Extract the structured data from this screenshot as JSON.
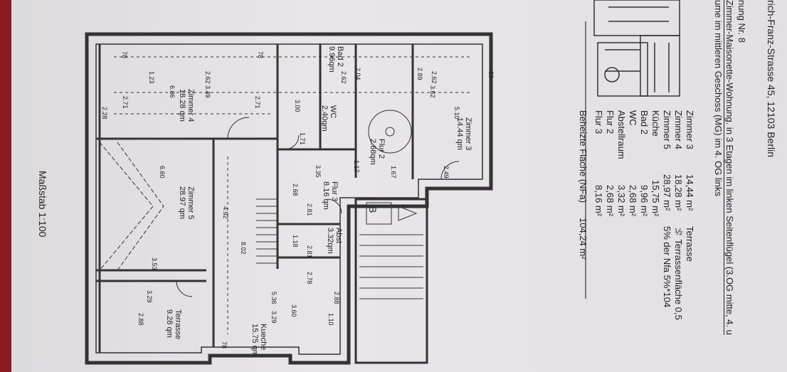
{
  "header": {
    "address": "rich-Franz-Strasse 45, 12103 Berlin",
    "unit": "nung Nr. 8",
    "description": "Zimmer-Maisonette-Wohnung. in 3 Etagen im linken Seitenflügel (3.OG mitte, 4. u",
    "floor_note": "ume im mittleren Geschoss (MG) im 4. OG links"
  },
  "areas": [
    {
      "name": "Zimmer 3",
      "value": "14,44 m²",
      "note": "Terrasse"
    },
    {
      "name": "Zimmer 4",
      "value": "18,28 m²",
      "note": "½ Terrassenfläche 0,5"
    },
    {
      "name": "Zimmer 5",
      "value": "28,97 m²",
      "note": "5% der Nfa 5%*104"
    },
    {
      "name": "Küche",
      "value": "15,75 m²",
      "note": ""
    },
    {
      "name": "Bad 2",
      "value": "9,96 m²",
      "note": ""
    },
    {
      "name": "WC",
      "value": "2,68 m²",
      "note": ""
    },
    {
      "name": "Abstellraum",
      "value": "3,32 m²",
      "note": ""
    },
    {
      "name": "Flur 2",
      "value": "2,68 m²",
      "note": ""
    },
    {
      "name": "Flur 3",
      "value": "8,16 m²",
      "note": ""
    }
  ],
  "total": {
    "label": "Beheizte Fläche (NFa)",
    "value": "104,24 m²"
  },
  "scale": "Maßstab 1:100",
  "rooms": [
    {
      "name": "Zimmer 3",
      "area": "14.44 qm"
    },
    {
      "name": "Zimmer 4",
      "area": "18.28 qm"
    },
    {
      "name": "Zimmer 5",
      "area": "28.97 qm"
    },
    {
      "name": "Bad 2",
      "area": "9.96qm"
    },
    {
      "name": "WC",
      "area": "2.40qm"
    },
    {
      "name": "Flur 2",
      "area": "2.68qm"
    },
    {
      "name": "Flur 3",
      "area": "8.16 qm"
    },
    {
      "name": "Abst",
      "area": "3.32qm"
    },
    {
      "name": "Terrasse",
      "area": "9.28 qm"
    },
    {
      "name": "Kueche",
      "area": "15.75 qm"
    }
  ],
  "stair_label": "B",
  "dims": [
    "1.23",
    "2.62",
    "6.06",
    "2.71",
    "2.28",
    "3.49",
    "2.71",
    "2.62",
    "2.04",
    "2.89",
    "2.62",
    "3.62",
    "5.10",
    "6.60",
    "4.92",
    "3.35",
    "2.68",
    "1.17",
    "1.67",
    "2.49",
    "3.53",
    "3.29",
    "2.88",
    "5.36",
    "3.29",
    "2.78",
    "2.81",
    "1.18",
    "2.81",
    "8.02",
    "3.60",
    "1.10",
    "2.88",
    "1.71",
    "3.00",
    "60",
    "78",
    "78",
    "78"
  ]
}
